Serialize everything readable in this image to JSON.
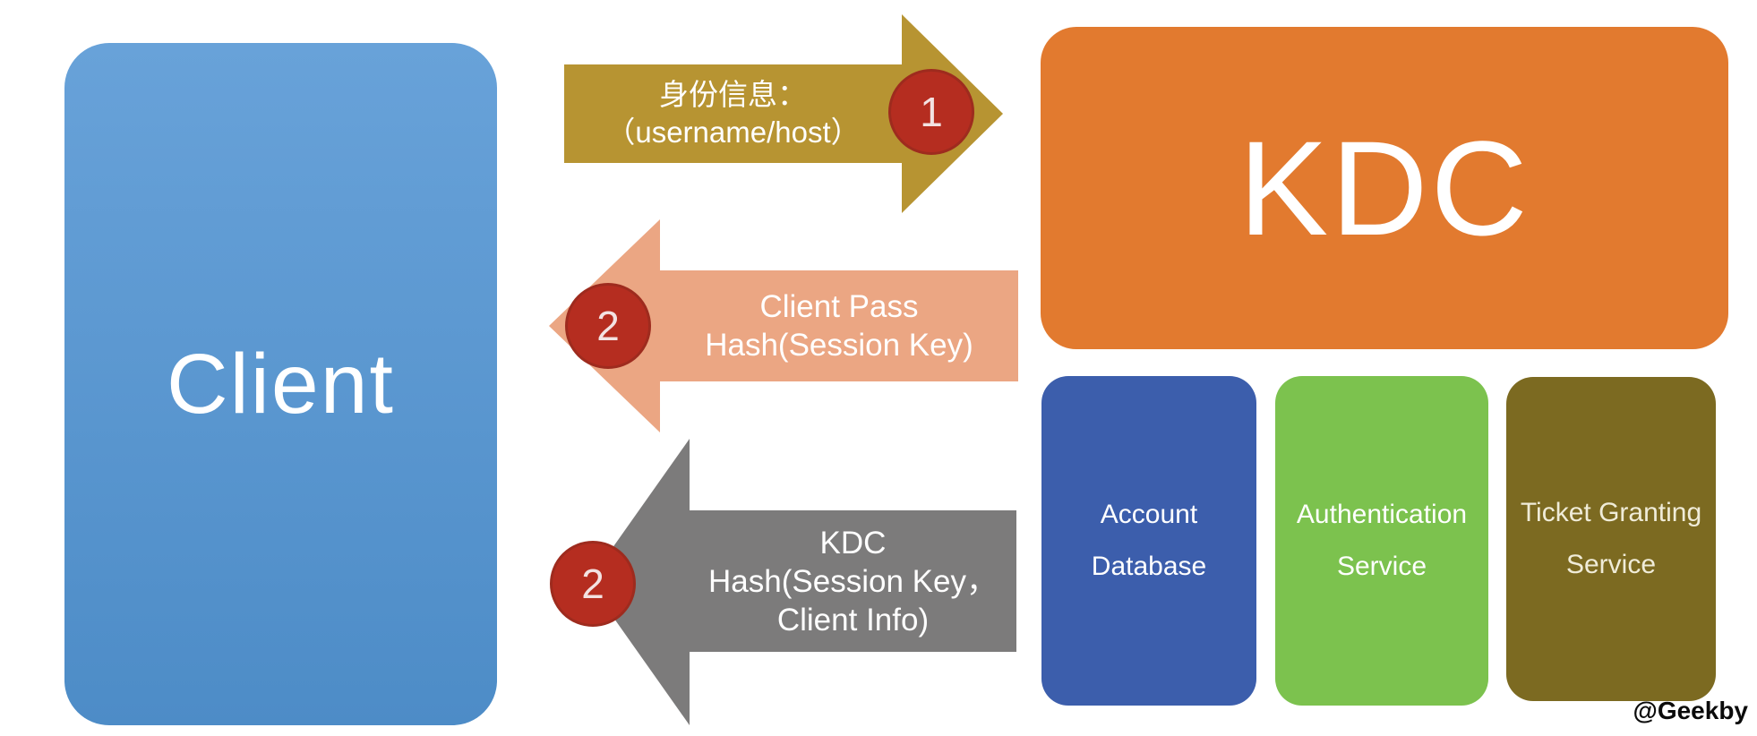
{
  "diagram": {
    "client": {
      "label": "Client"
    },
    "kdc": {
      "label": "KDC"
    },
    "services": [
      {
        "name": "account-database",
        "lines": [
          "Account",
          "Database"
        ]
      },
      {
        "name": "authentication-service",
        "lines": [
          "Authentication",
          "Service"
        ]
      },
      {
        "name": "ticket-granting-service",
        "lines": [
          "Ticket Granting",
          "Service"
        ]
      }
    ],
    "arrows": [
      {
        "step": "1",
        "direction": "right",
        "lines": [
          "身份信息：",
          "（username/host）"
        ]
      },
      {
        "step": "2",
        "direction": "left",
        "lines": [
          "Client Pass",
          "Hash(Session Key)"
        ]
      },
      {
        "step": "2",
        "direction": "left",
        "lines": [
          "KDC",
          "Hash(Session Key，",
          "Client Info)"
        ]
      }
    ],
    "watermark": "@Geekby",
    "colors": {
      "client_top": "#68a2d9",
      "client_bottom": "#4d8cc7",
      "kdc_orange": "#e27a2f",
      "account_blue": "#3c5eac",
      "auth_green": "#7cc24e",
      "tgs_olive": "#7c6a21",
      "arrow_gold": "#b79432",
      "arrow_salmon": "#eba683",
      "arrow_gray": "#7c7b7b",
      "step_red": "#b52d20",
      "step_red_border": "#9e2b1e",
      "text_white": "#ffffff",
      "tgs_text": "#f0ecd8",
      "badge_text": "#f3e2e2",
      "watermark_black": "#0b0b0b"
    }
  }
}
